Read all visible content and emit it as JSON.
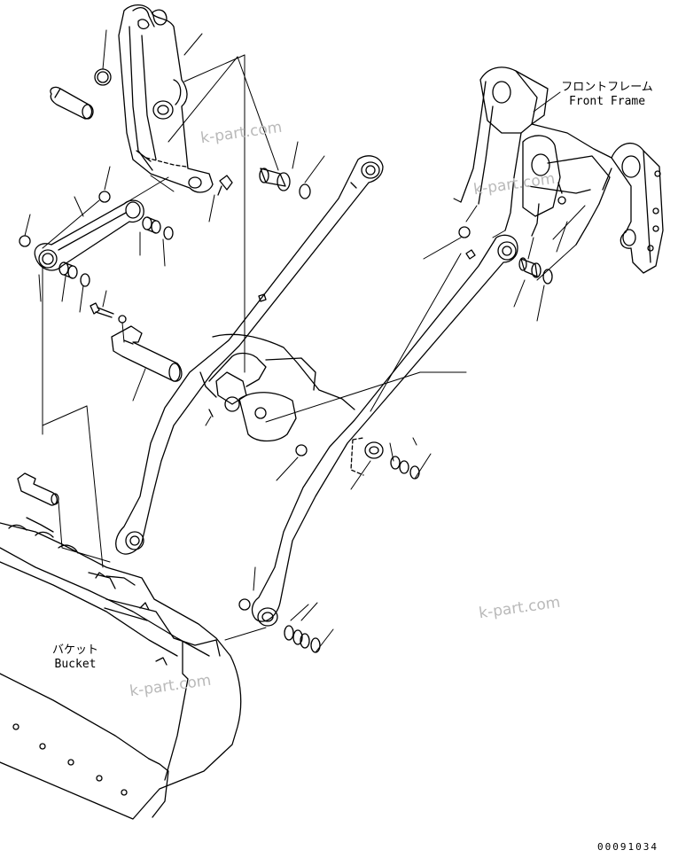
{
  "labels": {
    "front_frame_jp": "フロントフレーム",
    "front_frame_en": "Front Frame",
    "bucket_jp": "バケット",
    "bucket_en": "Bucket"
  },
  "watermarks": [
    "k-part.com",
    "k-part.com",
    "k-part.com",
    "k-part.com"
  ],
  "drawing_code": "00091034"
}
